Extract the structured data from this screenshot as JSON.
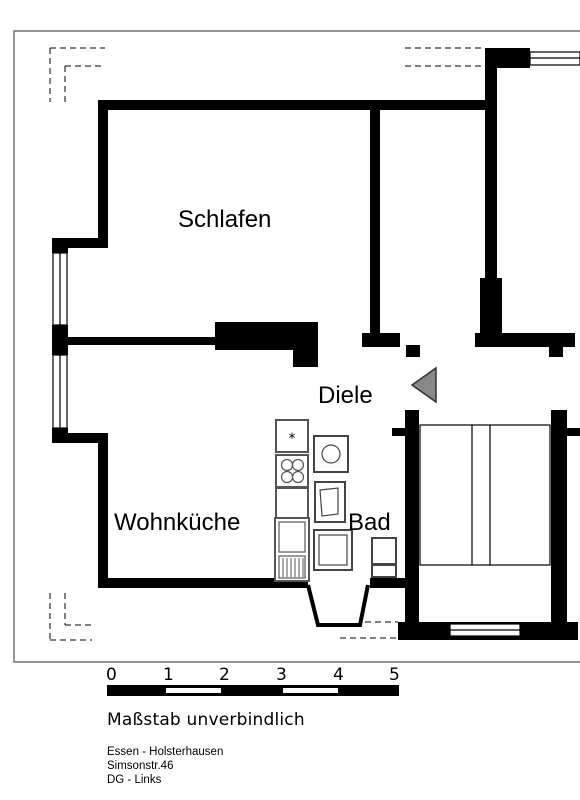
{
  "rooms": {
    "bedroom": "Schlafen",
    "hall": "Diele",
    "kitchen": "Wohnküche",
    "bath": "Bad"
  },
  "scale": {
    "ticks": [
      "0",
      "1",
      "2",
      "3",
      "4",
      "5"
    ],
    "caption": "Maßstab unverbindlich"
  },
  "address": {
    "line1": "Essen - Holsterhausen",
    "line2": "Simsonstr.46",
    "line3": "DG - Links"
  }
}
